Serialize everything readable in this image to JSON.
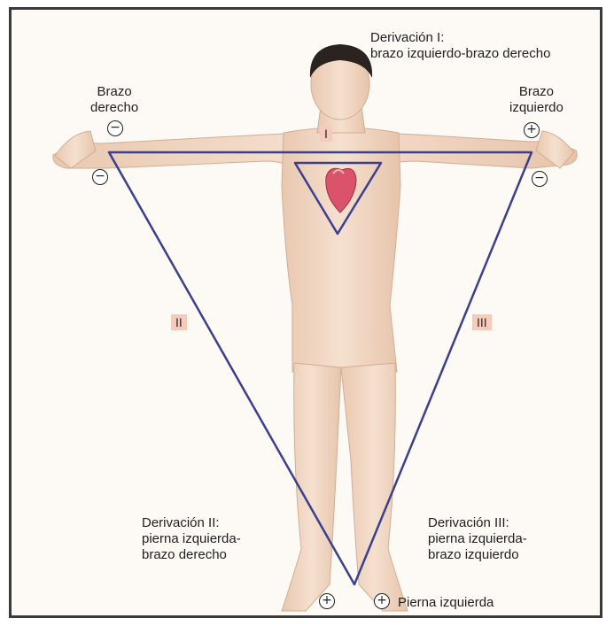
{
  "leads": {
    "lead_I": {
      "title": "Derivación I:",
      "description": "brazo izquierdo-brazo derecho"
    },
    "lead_II": {
      "title": "Derivación II:",
      "description_line1": "pierna izquierda-",
      "description_line2": "brazo derecho"
    },
    "lead_III": {
      "title": "Derivación III:",
      "description_line1": "pierna izquierda-",
      "description_line2": "brazo izquierdo"
    }
  },
  "limbs": {
    "right_arm": {
      "line1": "Brazo",
      "line2": "derecho"
    },
    "left_arm": {
      "line1": "Brazo",
      "line2": "izquierdo"
    },
    "left_leg": "Pierna izquierda"
  },
  "roman_numerals": {
    "I": "I",
    "II": "II",
    "III": "III"
  },
  "polarity": {
    "right_arm_upper": "−",
    "right_arm_lower": "−",
    "left_arm_upper": "+",
    "left_arm_lower": "−",
    "left_leg_left": "+",
    "left_leg_right": "+"
  },
  "colors": {
    "triangle": "#3b3f8f",
    "roman_label_bg": "#f6cbbb",
    "skin": "#f1d7c2",
    "heart": "#d9536b"
  }
}
